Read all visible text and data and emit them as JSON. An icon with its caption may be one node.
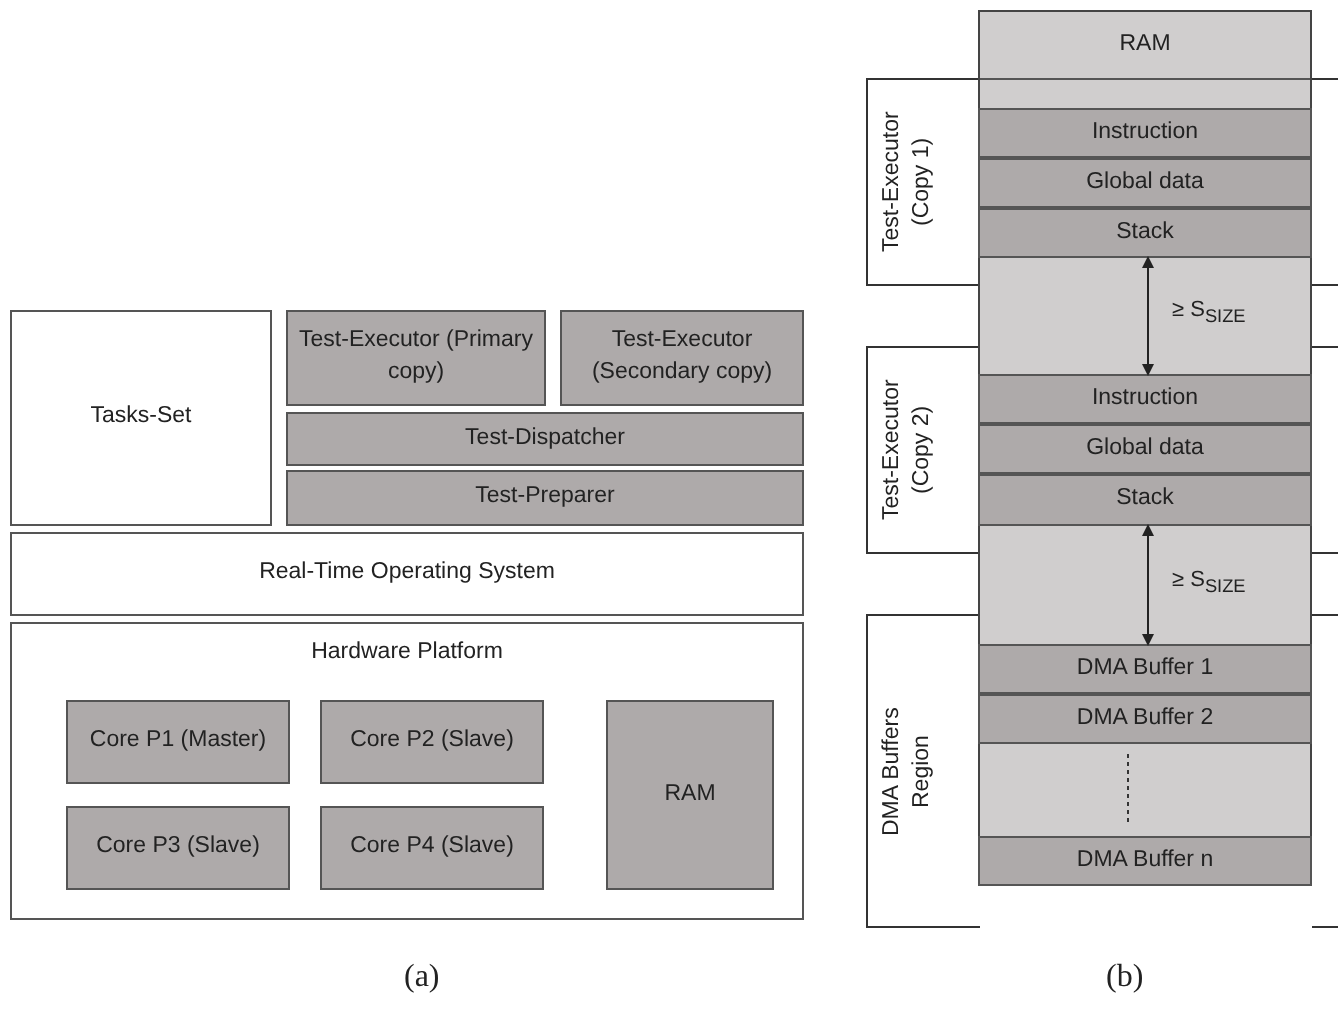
{
  "diagram": {
    "nodes": [
      {
        "text": [
          "Tasks-Set"
        ]
      },
      {
        "text": [
          "Test-Executor (Primary copy)"
        ]
      },
      {
        "text": [
          "Test-Executor (Secondary copy)"
        ]
      },
      {
        "text": [
          "Test-Dispatcher"
        ]
      },
      {
        "text": [
          "Test-Preparer"
        ]
      },
      {
        "text": [
          "Real-Time Operating System"
        ]
      },
      {
        "text": [
          "Hardware Platform"
        ]
      },
      {
        "text": [
          "Core P1 (Master)"
        ],
        "in": 6
      },
      {
        "text": [
          "Core P2 (Slave)"
        ],
        "in": 6
      },
      {
        "text": [
          "Core P3 (Slave)"
        ],
        "in": 6
      },
      {
        "text": [
          "Core P4 (Slave)"
        ],
        "in": 6
      },
      {
        "text": [
          "RAM"
        ],
        "in": 6
      },
      {
        "text": [
          "RAM"
        ]
      },
      {
        "text": [
          "Test-Executor (Copy 1)"
        ]
      },
      {
        "text": [
          "Instruction"
        ]
      },
      {
        "text": [
          "Global data"
        ]
      },
      {
        "text": [
          "Stack"
        ]
      },
      {
        "text": [
          "Test-Executor (Copy 2)"
        ]
      },
      {
        "text": [
          "Instruction"
        ]
      },
      {
        "text": [
          "Global data"
        ]
      },
      {
        "text": [
          "Stack"
        ]
      },
      {
        "text": [
          "DMA Buffers Region"
        ]
      },
      {
        "text": [
          "DMA Buffer 1"
        ]
      },
      {
        "text": [
          "DMA Buffer 2"
        ]
      },
      {
        "text": [],
        "shape": "box"
      },
      {
        "text": [
          "DMA Buffer n"
        ]
      }
    ],
    "edges": [
      {
        "from": 16,
        "to": 18,
        "arrow": "both",
        "label": "≥ S$_{SIZE}$"
      },
      {
        "from": 20,
        "to": 22,
        "arrow": "both",
        "label": "≥ S$_{SIZE}$"
      }
    ],
    "labels": [
      "(a)",
      "(b)"
    ]
  }
}
